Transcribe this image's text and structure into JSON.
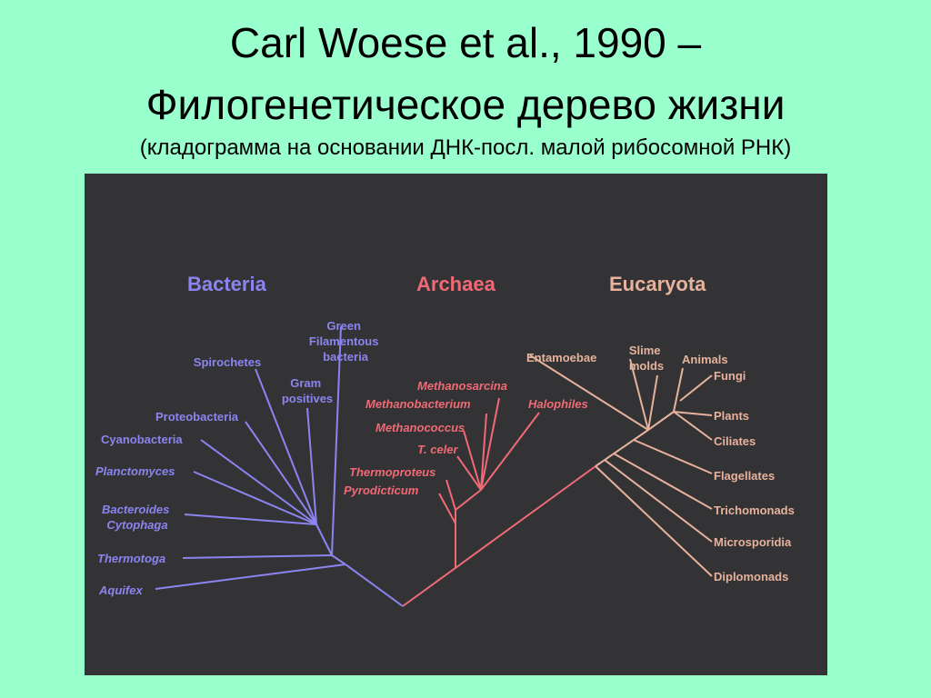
{
  "slide": {
    "title_line1": "Carl Woese et al., 1990 –",
    "title_line2": "Филогенетическое дерево жизни",
    "subtitle": "(кладограмма на основании ДНК-посл. малой рибосомной РНК)"
  },
  "colors": {
    "background": "#99ffcc",
    "panel": "#333335",
    "bacteria": "#8c84f0",
    "archaea": "#f06a76",
    "eukaryota": "#e7b29c"
  },
  "tree": {
    "domains": {
      "bacteria": "Bacteria",
      "archaea": "Archaea",
      "eukaryota": "Eucaryota"
    },
    "bacteria": {
      "green_filamentous": [
        "Green",
        "Filamentous",
        "bacteria"
      ],
      "spirochetes": "Spirochetes",
      "gram_positives": [
        "Gram",
        "positives"
      ],
      "proteobacteria": "Proteobacteria",
      "cyanobacteria": "Cyanobacteria",
      "planctomyces": "Planctomyces",
      "bacteroides": [
        "Bacteroides",
        "Cytophaga"
      ],
      "thermotoga": "Thermotoga",
      "aquifex": "Aquifex"
    },
    "archaea": {
      "methanosarcina": "Methanosarcina",
      "methanobacterium": "Methanobacterium",
      "halophiles": "Halophiles",
      "methanococcus": "Methanococcus",
      "t_celer": "T. celer",
      "thermoproteus": "Thermoproteus",
      "pyrodicticum": "Pyrodicticum"
    },
    "eukaryota": {
      "entamoebae": "Entamoebae",
      "slime_molds": [
        "Slime",
        "molds"
      ],
      "animals": "Animals",
      "fungi": "Fungi",
      "plants": "Plants",
      "ciliates": "Ciliates",
      "flagellates": "Flagellates",
      "trichomonads": "Trichomonads",
      "microsporidia": "Microsporidia",
      "diplomonads": "Diplomonads"
    }
  }
}
